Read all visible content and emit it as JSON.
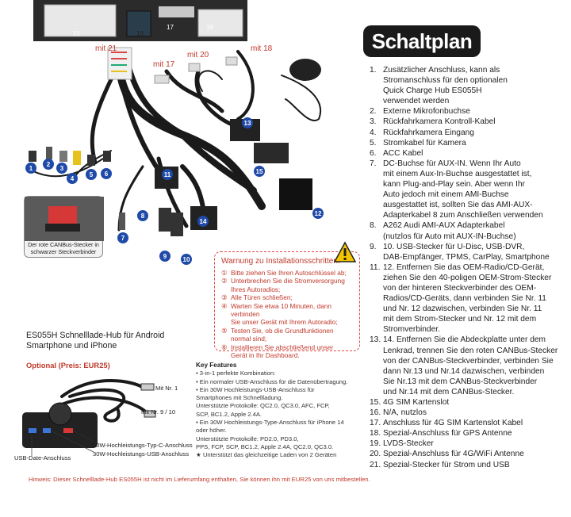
{
  "title": "Schaltplan",
  "legend": [
    {
      "n": "1.",
      "t": "Zusätzlicher Anschluss, kann als\nStromanschluss für den optionalen\nQuick Charge Hub ES055H\nverwendet werden"
    },
    {
      "n": "2.",
      "t": "Externe Mikrofonbuchse"
    },
    {
      "n": "3.",
      "t": "Rückfahrkamera Kontroll-Kabel"
    },
    {
      "n": "4.",
      "t": "Rückfahrkamera Eingang"
    },
    {
      "n": "5.",
      "t": "Stromkabel für Kamera"
    },
    {
      "n": "6.",
      "t": "ACC Kabel"
    },
    {
      "n": "7.",
      "t": "DC-Buchse für AUX-IN. Wenn Ihr Auto\nmit einem Aux-In-Buchse ausgestattet ist,\nkann Plug-and-Play sein. Aber wenn Ihr\nAuto jedoch mit einem AMI-Buchse\nausgestattet ist, sollten Sie das AMI-AUX-\nAdapterkabel 8 zum Anschließen verwenden"
    },
    {
      "n": "8.",
      "t": "A262 Audi AMI-AUX Adapterkabel\n(nutzlos für Auto mit AUX-IN-Buchse)"
    },
    {
      "n": "9.",
      "t": "10. USB-Stecker für U-Disc, USB-DVR,\nDAB-Empfänger, TPMS, CarPlay, Smartphone"
    },
    {
      "n": "11.",
      "t": "12. Entfernen Sie das OEM-Radio/CD-Gerät,\nziehen Sie den 40-poligen OEM-Strom-Stecker\nvon der hinteren Steckverbinder des OEM-\nRadios/CD-Geräts, dann verbinden Sie Nr. 11\nund Nr. 12 dazwischen, verbinden Sie Nr. 11\nmit dem Strom-Stecker und Nr. 12 mit dem\nStromverbinder."
    },
    {
      "n": "13.",
      "t": "14. Entfernen Sie die Abdeckplatte unter dem\nLenkrad, trennen Sie den roten CANBus-Stecker\nvon der CANBus-Steckverbinder, verbinden Sie\ndann Nr.13 und Nr.14 dazwischen, verbinden\nSie Nr.13 mit dem CANBus-Steckverbinder\nund Nr.14 mit dem CANBus-Stecker."
    },
    {
      "n": "15.",
      "t": "4G SIM Kartenslot"
    },
    {
      "n": "16.",
      "t": "N/A, nutzlos"
    },
    {
      "n": "17.",
      "t": "Anschluss für 4G SIM Kartenslot Kabel"
    },
    {
      "n": "18.",
      "t": "Spezial-Anschluss für GPS Antenne"
    },
    {
      "n": "19.",
      "t": "LVDS-Stecker"
    },
    {
      "n": "20.",
      "t": "Spezial-Anschluss für 4G/WiFi Antenne"
    },
    {
      "n": "21.",
      "t": "Spezial-Stecker für Strom und USB"
    }
  ],
  "diagram": {
    "top_labels": {
      "l21": "21",
      "l19": "19",
      "l17b": "17",
      "l16": "16"
    },
    "mit_labels": {
      "mit21": "mit 21",
      "mit17": "mit 17",
      "mit20": "mit 20",
      "mit18": "mit 18"
    },
    "badges": [
      "1",
      "2",
      "3",
      "4",
      "5",
      "6",
      "7",
      "8",
      "9",
      "10",
      "11",
      "12",
      "13",
      "14",
      "15"
    ],
    "inset_caption": "Der rote CANBus-Stecker in\nschwarzer Steckverbinder"
  },
  "warning": {
    "title": "Warnung zu Installationsschritten:",
    "items": [
      {
        "n": "①",
        "t": "Bitte ziehen Sie Ihren Autoschlüssel ab;"
      },
      {
        "n": "②",
        "t": "Unterbrechen Sie die Stromversorgung\nIhres Autoradios;"
      },
      {
        "n": "③",
        "t": "Alle Türen schließen;"
      },
      {
        "n": "④",
        "t": "Warten Sie etwa 10 Minuten, dann verbinden\nSie unser Gerät mit Ihrem Autoradio;"
      },
      {
        "n": "⑤",
        "t": "Testen Sie, ob die Grundfunktionen\nnormal sind;"
      },
      {
        "n": "⑥",
        "t": "Installieren Sie abschließend unser\nGerät in Ihr Dashboard."
      }
    ]
  },
  "hub": {
    "title": "ES055H Schnelllade-Hub für Android Smartphone und iPhone",
    "price": "Optional (Preis: EUR25)",
    "labels": {
      "mit_nr1": "Mit Nr. 1",
      "mit_nr910": "Mit Nr. 9 / 10",
      "typec": "30W-Hochleistungs-Typ-C-Anschluss",
      "usb30": "30W-Hochleistungs-USB-Anschluss",
      "usbdata": "USB-Date-Anschluss"
    },
    "features_head": "Key Features",
    "features": [
      {
        "b": "•",
        "t": "3-in-1 perfekte Kombination:"
      },
      {
        "b": "•",
        "t": "Ein normaler USB-Anschluss für die Datenübertragung."
      },
      {
        "b": "•",
        "t": "Ein 30W Hochleistungs-USB-Anschluss für\nSmartphones mit Schnellladung.\nUnterstützte Protokolle: QC2.0, QC3.0, AFC, FCP,\nSCP, BC1.2, Apple 2.4A."
      },
      {
        "b": "•",
        "t": "Ein 30W Hochleistungs-Type-Anschluss für iPhone 14\noder höher.\nUnterstützte Protokolle: PD2.0, PD3.0,\nPPS, FCP, SCP, BC1.2, Apple 2.4A, QC2.0, QC3.0."
      },
      {
        "b": "★",
        "t": "Unterstützt das gleichzeitige Laden von 2 Geräten"
      }
    ]
  },
  "footer_note": "Hinweis: Dieser Schnelllade-Hub ES055H ist nicht im Lieferumfang enthalten, Sie können ihn mit EUR25 von uns mitbestellen."
}
